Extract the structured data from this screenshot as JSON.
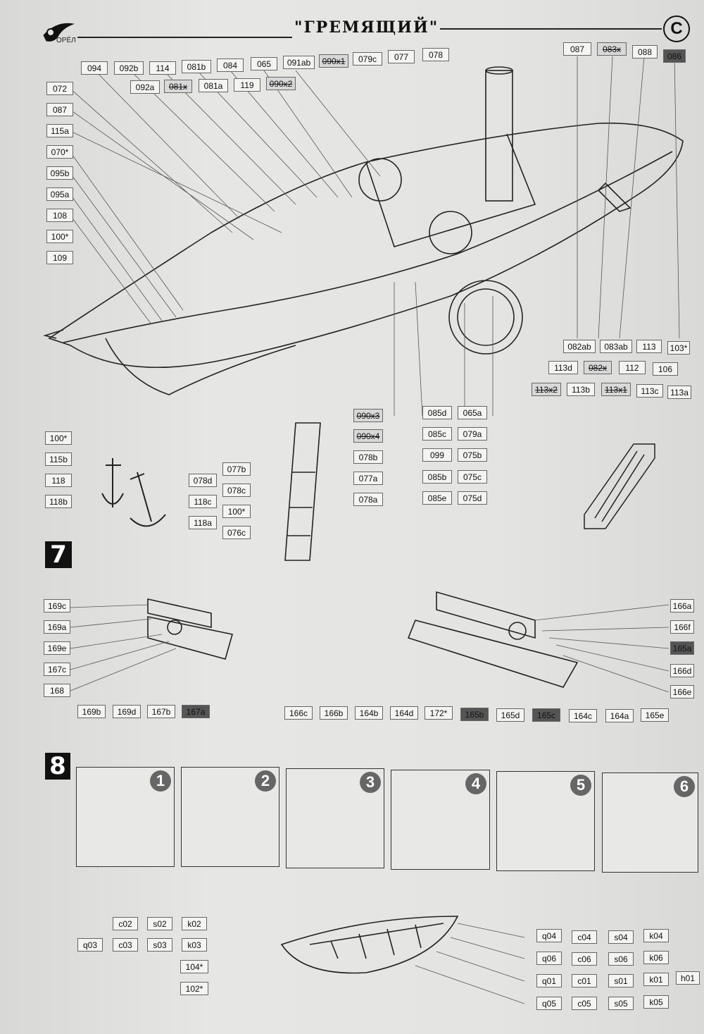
{
  "header": {
    "logo_text": "ОРЁЛ",
    "title": "\"ГРЕМЯЩИЙ\"",
    "sheet_letter": "C"
  },
  "steps": {
    "s7": "7",
    "s8": "8"
  },
  "panels": [
    "1",
    "2",
    "3",
    "4",
    "5",
    "6"
  ],
  "labels": {
    "top_row1": [
      "094",
      "092b",
      "114",
      "081b",
      "084",
      "065",
      "091ab",
      "090x1",
      "079c",
      "077",
      "078"
    ],
    "top_row2": [
      "092a",
      "081x",
      "081a",
      "119",
      "090x2"
    ],
    "top_right": [
      "087",
      "083x",
      "088",
      "086"
    ],
    "left_col": [
      "072",
      "087",
      "115a",
      "070*",
      "095b",
      "095a",
      "108",
      "100*",
      "109"
    ],
    "right_mid1": [
      "082ab",
      "083ab",
      "113",
      "103*"
    ],
    "right_mid2": [
      "113d",
      "082x",
      "112",
      "106"
    ],
    "right_mid3": [
      "113x2",
      "113b",
      "113x1",
      "113c",
      "113a"
    ],
    "center_col": [
      "090x3",
      "090x4",
      "085d",
      "085c",
      "099",
      "085b",
      "085e",
      "065a",
      "079a",
      "075b",
      "075c",
      "075d",
      "078b",
      "077a",
      "078a"
    ],
    "anchor": [
      "100*",
      "115b",
      "118",
      "118b",
      "118c",
      "118a",
      "078d",
      "078c",
      "077b",
      "100*",
      "076c"
    ],
    "gun1": [
      "169c",
      "169a",
      "169e",
      "167c",
      "168",
      "169b",
      "169d",
      "167b",
      "167a"
    ],
    "gun2": [
      "166a",
      "166f",
      "165a",
      "166d",
      "166e",
      "166c",
      "166b",
      "164b",
      "164d",
      "172*",
      "165b",
      "165d",
      "165c",
      "164c",
      "164a",
      "165e"
    ],
    "boat": [
      "c02",
      "s02",
      "k02",
      "q03",
      "c03",
      "s03",
      "k03",
      "104*",
      "102*",
      "q04",
      "c04",
      "s04",
      "k04",
      "q06",
      "c06",
      "s06",
      "k06",
      "q01",
      "c01",
      "s01",
      "k01",
      "h01",
      "q05",
      "c05",
      "s05",
      "k05"
    ]
  }
}
